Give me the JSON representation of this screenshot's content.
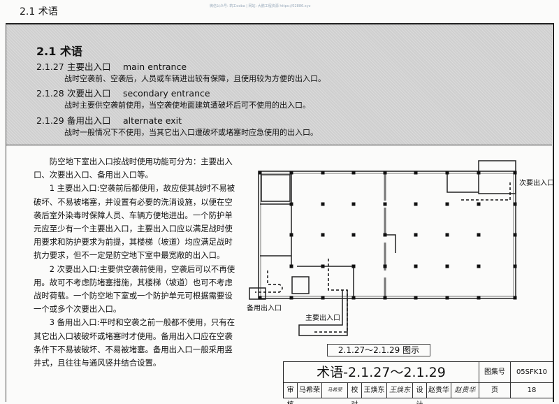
{
  "header": {
    "section": "2.1 术语",
    "watermark": "微信公众号: 筑工ooba | 网站: 大鹏工程资源 https://02886.xyz"
  },
  "terms": {
    "title": "2.1  术语",
    "items": [
      {
        "num": "2.1.27",
        "cn": "主要出入口",
        "en": "main  entrance",
        "def": "战时空袭前、空袭后，人员或车辆进出较有保障，且使用较为方便的出入口。"
      },
      {
        "num": "2.1.28",
        "cn": "次要出入口",
        "en": "secondary  entrance",
        "def": "战时主要供空袭前使用，当空袭使地面建筑遭破坏后可不使用的出入口。"
      },
      {
        "num": "2.1.29",
        "cn": "备用出入口",
        "en": "alternate  exit",
        "def": "战时一般情况下不使用，当其它出入口遭破坏或堵塞时应急使用的出入口。"
      }
    ]
  },
  "body": [
    "防空地下室出入口按战时使用功能可分为：主要出入口、次要出入口、备用出入口等。",
    "1  主要出入口:空袭前后都使用，故应使其战时不易被破坏、不易被堵塞，并设置有必要的洗消设施，以便在空袭后室外染毒时保障人员、车辆方便地进出。一个防护单元应至少有一个主要出入口，主要出入口应以满足战时使用要求和防护要求为前提，其楼梯（坡道）均应满足战时抗力要求，但不一定是防空地下室中最宽敞的出入口。",
    "2  次要出入口:主要供空袭前使用，空袭后可以不再使用。故可不考虑防堵塞措施，其楼梯（坡道）也可不考虑战时荷载。一个防空地下室或一个防护单元可根据需要设一个或多个次要出入口。",
    "3  备用出入口:平时和空袭之前一般都不使用，只有在其它出入口被破坏或堵塞时才使用。备用出入口应在空袭条件下不易被破坏、不易被堵塞。备用出入口一般采用竖井式，且往往与通风竖井结合设置。"
  ],
  "figure": {
    "labels": {
      "secondary": "次要出入口",
      "alternate": "备用出入口",
      "main": "主要出入口"
    },
    "caption": "2.1.27～2.1.29 图示"
  },
  "titleblock": {
    "title": "术语-2.1.27～2.1.29",
    "atlas_label": "图集号",
    "atlas_no": "05SFK10",
    "review_label": "审核",
    "reviewer": "马希荣",
    "review_sig": "马希荣",
    "check_label": "校对",
    "checker": "王焕东",
    "check_sig": "王焕东",
    "design_label": "设计",
    "designer": "赵贵华",
    "design_sig": "赵贵华",
    "page_label": "页",
    "page_no": "18"
  }
}
